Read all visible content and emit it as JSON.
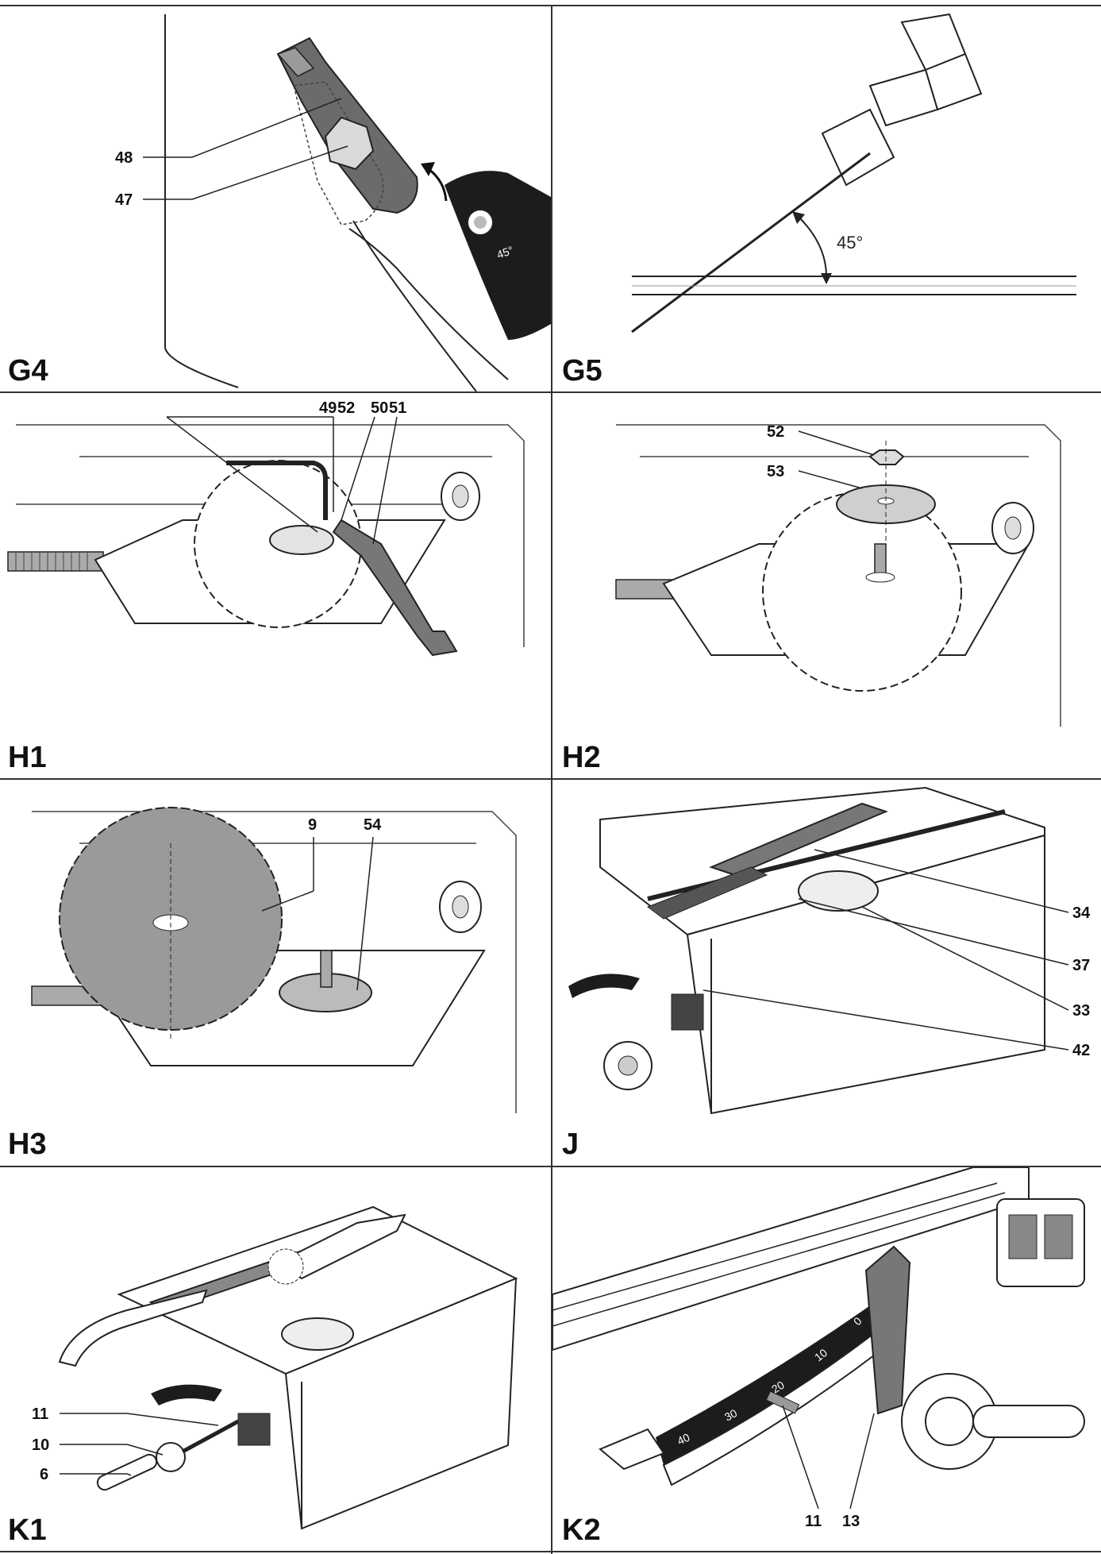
{
  "panels": [
    {
      "id": "G4",
      "label": "G4",
      "callouts": [
        "48",
        "47"
      ],
      "scale_text": "45°"
    },
    {
      "id": "G5",
      "label": "G5",
      "angle_text": "45°"
    },
    {
      "id": "H1",
      "label": "H1",
      "callouts": [
        "49",
        "52",
        "50",
        "51"
      ]
    },
    {
      "id": "H2",
      "label": "H2",
      "callouts": [
        "52",
        "53"
      ]
    },
    {
      "id": "H3",
      "label": "H3",
      "callouts": [
        "9",
        "54"
      ]
    },
    {
      "id": "J",
      "label": "J",
      "callouts": [
        "34",
        "37",
        "33",
        "42"
      ]
    },
    {
      "id": "K1",
      "label": "K1",
      "callouts": [
        "11",
        "10",
        "6"
      ]
    },
    {
      "id": "K2",
      "label": "K2",
      "callouts": [
        "11",
        "13"
      ],
      "scale_ticks": [
        "40",
        "30",
        "20",
        "10",
        "0"
      ]
    }
  ]
}
